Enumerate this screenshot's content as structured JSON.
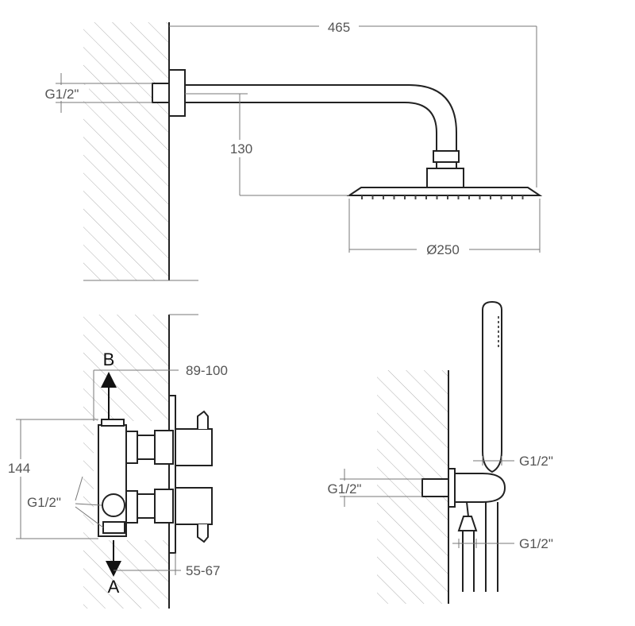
{
  "labels": {
    "overall_length": "465",
    "inlet_top": "G1/2\"",
    "drop_height": "130",
    "head_diameter": "Ø250",
    "depth": "89-100",
    "outlet_b": "B",
    "outlet_a": "A",
    "valve_height": "144",
    "inlet_valve": "G1/2\"",
    "cover_depth": "55-67",
    "inlet_elbow": "G1/2\"",
    "hose_top": "G1/2\"",
    "hose_bottom": "G1/2\""
  },
  "colors": {
    "line": "#222222",
    "dimension": "#777777",
    "hatch": "#b0b0b0",
    "text": "#555555"
  }
}
